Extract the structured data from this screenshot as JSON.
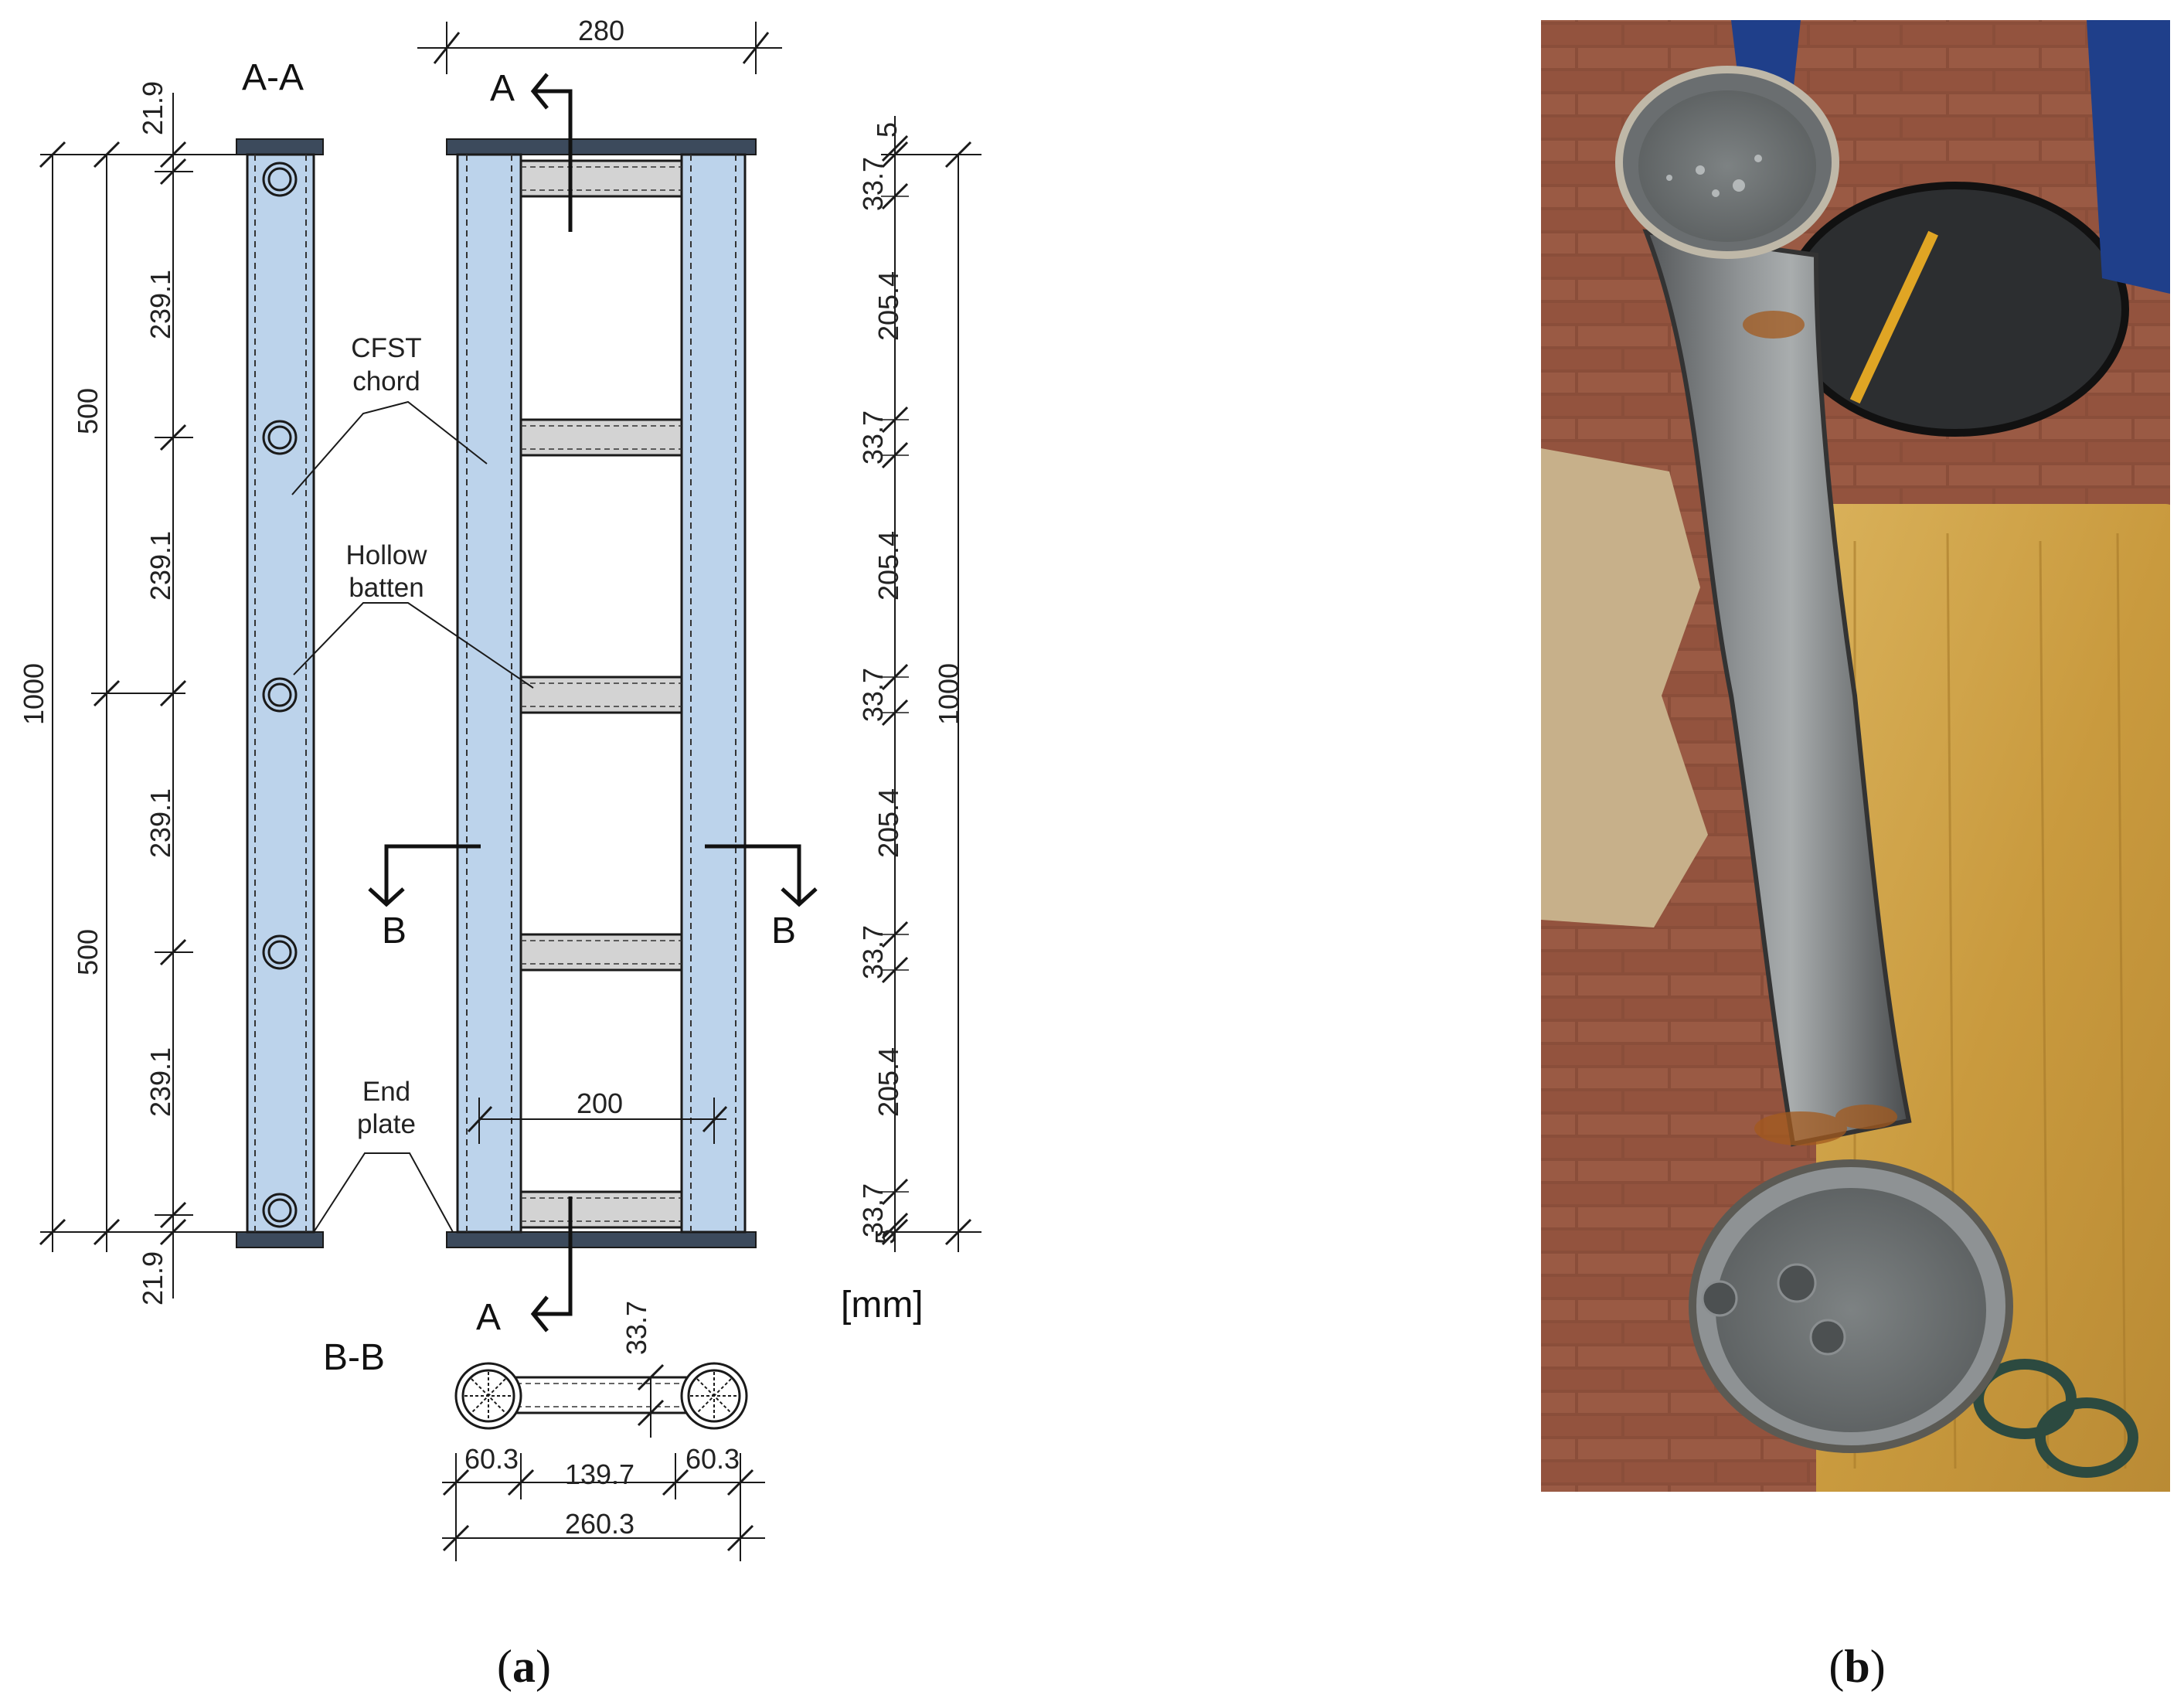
{
  "units": "[mm]",
  "sections": {
    "aa": "A-A",
    "bb": "B-B",
    "a_top": "A",
    "a_bottom": "A",
    "b_left": "B",
    "b_right": "B"
  },
  "labels": {
    "chord_line1": "CFST",
    "chord_line2": "chord",
    "batten_line1": "Hollow",
    "batten_line2": "batten",
    "plate_line1": "End",
    "plate_line2": "plate"
  },
  "dimensions": {
    "top_width": "280",
    "inner_width": "200",
    "left_overall": "1000",
    "left_half_top": "500",
    "left_half_bottom": "500",
    "left_plate_top": "21.9",
    "left_plate_bottom": "21.9",
    "left_spacing": [
      "239.1",
      "239.1",
      "239.1",
      "239.1"
    ],
    "right_overall": "1000",
    "right_top": "5",
    "right_bottom": "5",
    "right_batten": [
      "33.7",
      "33.7",
      "33.7",
      "33.7",
      "33.7"
    ],
    "right_gap": [
      "205.4",
      "205.4",
      "205.4",
      "205.4"
    ],
    "bb_batten": "33.7",
    "bb_chord_left": "60.3",
    "bb_gap": "139.7",
    "bb_chord_right": "60.3",
    "bb_total": "260.3"
  },
  "captions": {
    "a_open": "(",
    "a_letter": "a",
    "a_close": ")",
    "b_open": "(",
    "b_letter": "b",
    "b_close": ")"
  },
  "colors": {
    "chord_fill": "#bcd3eb",
    "batten_fill": "#d3d3d3",
    "plate_fill": "#3c4a5c",
    "line": "#1a1a1a"
  }
}
